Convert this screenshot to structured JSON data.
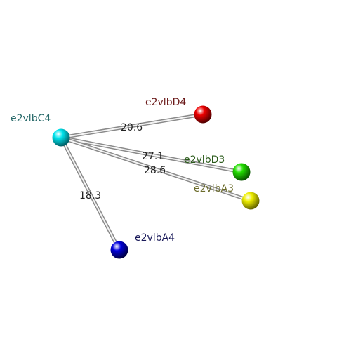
{
  "nodes": [
    {
      "id": "C4",
      "label": "e2vlbC4",
      "color": "#00e5ee",
      "label_color": "#2a6b6b"
    },
    {
      "id": "D4",
      "label": "e2vlbD4",
      "color": "#ee0000",
      "label_color": "#6b1a1a"
    },
    {
      "id": "D3",
      "label": "e2vlbD3",
      "color": "#22dd00",
      "label_color": "#2a5a1a"
    },
    {
      "id": "A3",
      "label": "e2vlbA3",
      "color": "#eeee00",
      "label_color": "#6b6b2a"
    },
    {
      "id": "A4",
      "label": "e2vlbA4",
      "color": "#0000dd",
      "label_color": "#1a1a5a"
    }
  ],
  "edges": [
    {
      "from": "C4",
      "to": "D4",
      "label": "20.6"
    },
    {
      "from": "C4",
      "to": "D3",
      "label": "27.1"
    },
    {
      "from": "C4",
      "to": "A3",
      "label": "28.6"
    },
    {
      "from": "C4",
      "to": "A4",
      "label": "18.3"
    }
  ]
}
